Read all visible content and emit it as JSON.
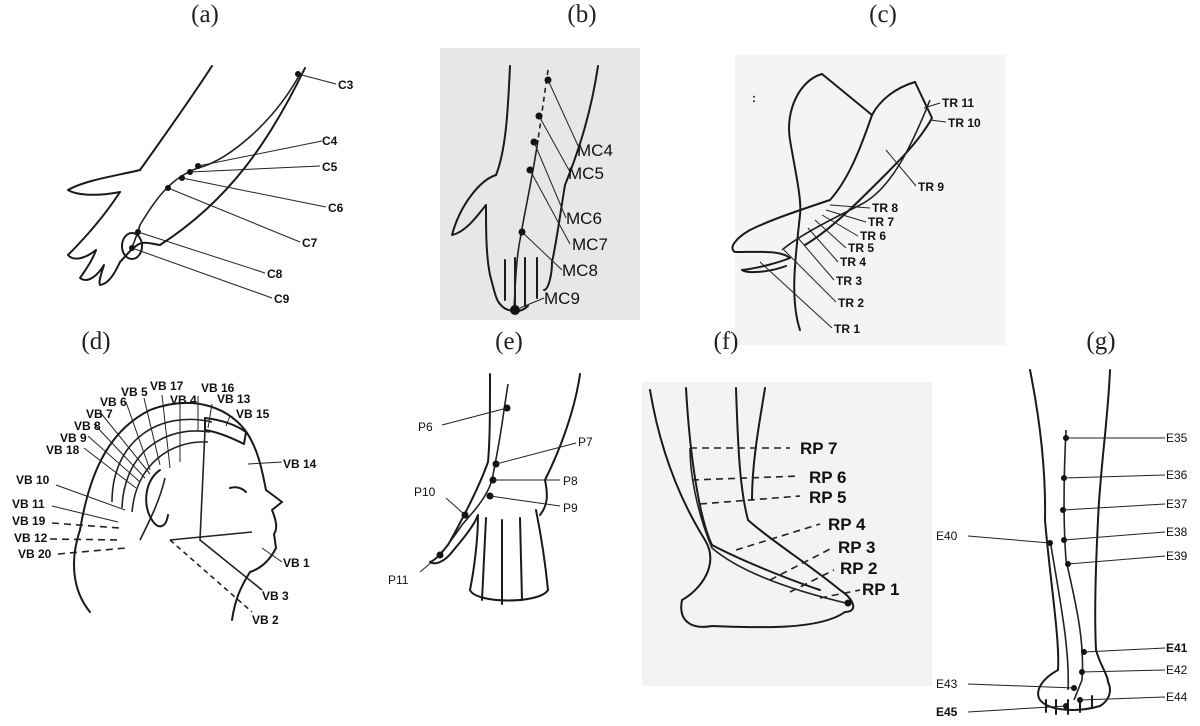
{
  "panels": [
    {
      "id": "a",
      "label": "(a)",
      "points": [
        "C3",
        "C4",
        "C5",
        "C6",
        "C7",
        "C8",
        "C9"
      ]
    },
    {
      "id": "b",
      "label": "(b)",
      "points": [
        "MC4",
        "MC5",
        "MC6",
        "MC7",
        "MC8",
        "MC9"
      ]
    },
    {
      "id": "c",
      "label": "(c)",
      "points": [
        "TR 11",
        "TR 10",
        "TR 9",
        "TR 8",
        "TR 7",
        "TR 6",
        "TR 5",
        "TR 4",
        "TR 3",
        "TR 2",
        "TR 1"
      ]
    },
    {
      "id": "d",
      "label": "(d)",
      "points": [
        "VB 17",
        "VB 16",
        "VB 5",
        "VB 4",
        "VB 13",
        "VB 6",
        "VB 15",
        "VB 7",
        "VB 8",
        "VB 9",
        "VB 18",
        "VB 14",
        "VB 10",
        "VB 11",
        "VB 19",
        "VB 12",
        "VB 20",
        "VB 1",
        "VB 3",
        "VB 2"
      ]
    },
    {
      "id": "e",
      "label": "(e)",
      "points": [
        "P6",
        "P7",
        "P8",
        "P9",
        "P10",
        "P11"
      ]
    },
    {
      "id": "f",
      "label": "(f)",
      "points": [
        "RP 7",
        "RP 6",
        "RP 5",
        "RP 4",
        "RP 3",
        "RP 2",
        "RP 1"
      ]
    },
    {
      "id": "g",
      "label": "(g)",
      "points": [
        "E35",
        "E36",
        "E37",
        "E38",
        "E40",
        "E39",
        "E41",
        "E42",
        "E43",
        "E44",
        "E45"
      ]
    }
  ]
}
